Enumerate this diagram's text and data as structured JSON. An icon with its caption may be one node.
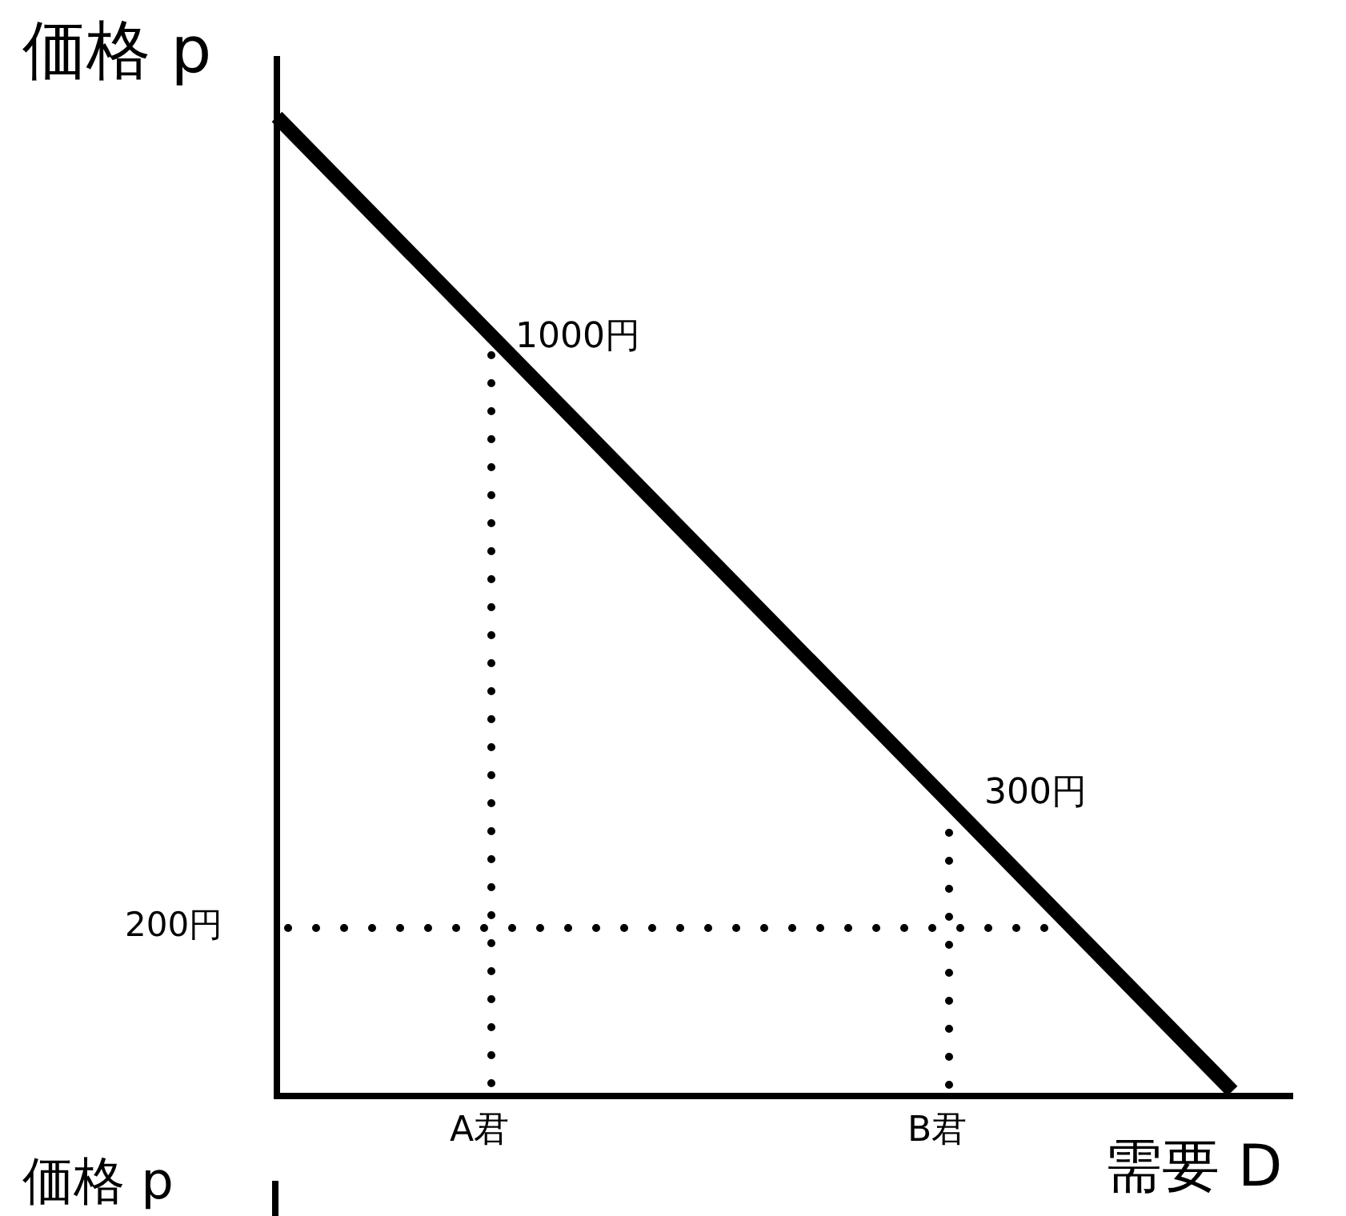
{
  "diagram": {
    "labels": [
      "価格 p",
      "1000円",
      "300円",
      "200円",
      "A君",
      "B君",
      "需要 D",
      "価格 p"
    ]
  }
}
